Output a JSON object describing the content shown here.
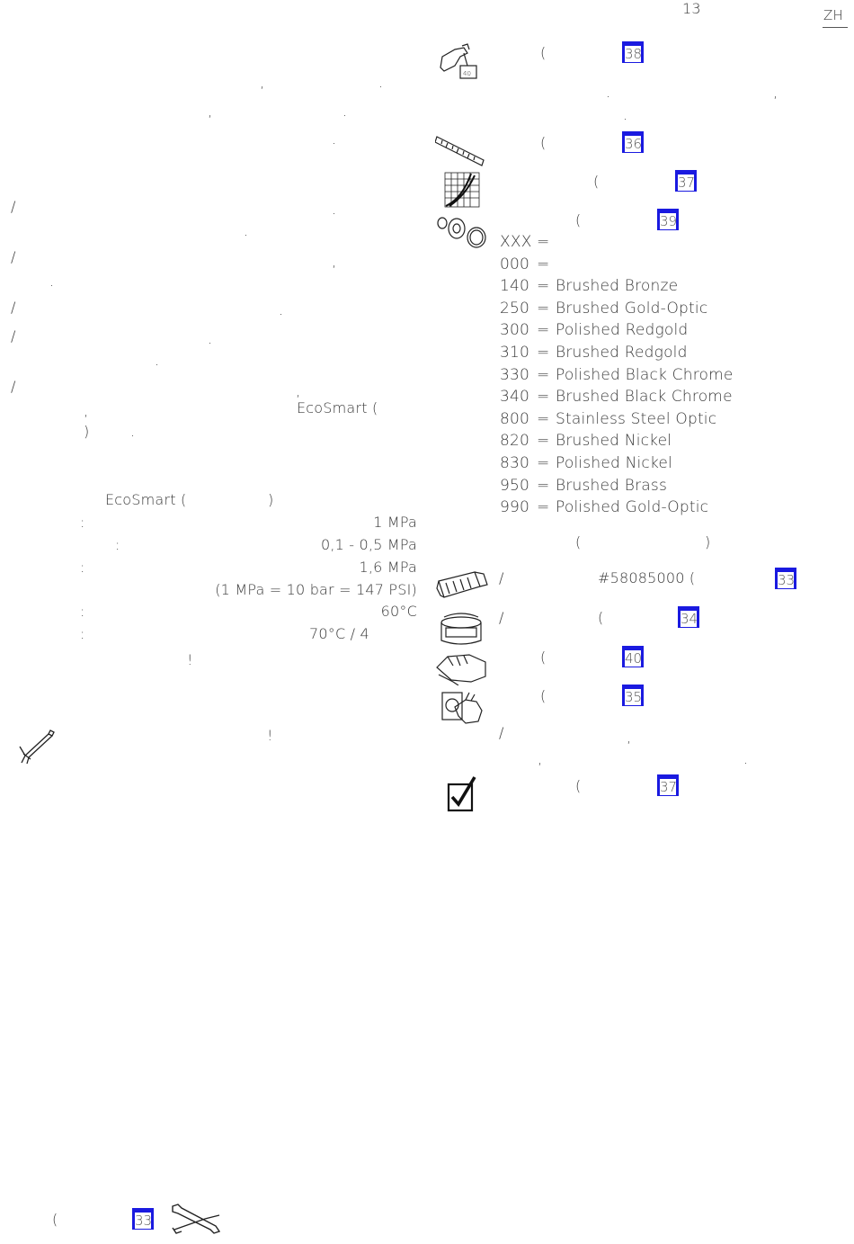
{
  "header": {
    "page_number": "13",
    "lang_code": "ZH"
  },
  "left": {
    "punct": [
      ",",
      ".",
      ",",
      ".",
      ".",
      "/",
      ".",
      ".",
      "/",
      ",",
      ".",
      "/",
      ".",
      "/",
      ".",
      ".",
      "/",
      ",",
      ","
    ],
    "ecosmart_note": "EcoSmart (",
    "close_paren_dot": ")",
    "dot": ".",
    "specs": {
      "ecosmart_heading": "EcoSmart (",
      "ecosmart_close": ")",
      "colon": ":",
      "v1": "1 MPa",
      "v2": "0,1 - 0,5 MPa",
      "v3": "1,6 MPa",
      "v4": "(1 MPa = 10 bar = 147 PSI)",
      "v5": "60°C",
      "v6": "70°C / 4"
    },
    "excl1": "!",
    "excl2": "!",
    "bottom_paren": "(",
    "bottom_ref": "33"
  },
  "right": {
    "paren": "(",
    "refs": {
      "r38": "38",
      "r36": "36",
      "r37a": "37",
      "r39": "39",
      "r33": "33",
      "r34": "34",
      "r40": "40",
      "r35": "35",
      "r37b": "37"
    },
    "finishes": [
      {
        "code": "XXX",
        "eq": "=",
        "name": ""
      },
      {
        "code": "000",
        "eq": "=",
        "name": ""
      },
      {
        "code": "140",
        "eq": "=",
        "name": "Brushed Bronze"
      },
      {
        "code": "250",
        "eq": "=",
        "name": "Brushed Gold-Optic"
      },
      {
        "code": "300",
        "eq": "=",
        "name": "Polished Redgold"
      },
      {
        "code": "310",
        "eq": "=",
        "name": "Brushed Redgold"
      },
      {
        "code": "330",
        "eq": "=",
        "name": "Polished Black Chrome"
      },
      {
        "code": "340",
        "eq": "=",
        "name": "Brushed Black Chrome"
      },
      {
        "code": "800",
        "eq": "=",
        "name": "Stainless Steel Optic"
      },
      {
        "code": "820",
        "eq": "=",
        "name": "Brushed Nickel"
      },
      {
        "code": "830",
        "eq": "=",
        "name": "Polished Nickel"
      },
      {
        "code": "950",
        "eq": "=",
        "name": "Brushed Brass"
      },
      {
        "code": "990",
        "eq": "=",
        "name": "Polished Gold-Optic"
      }
    ],
    "part_number": "#58085000 (",
    "slash": "/",
    "comma": ",",
    "dot": ".",
    "close_paren": ")"
  }
}
